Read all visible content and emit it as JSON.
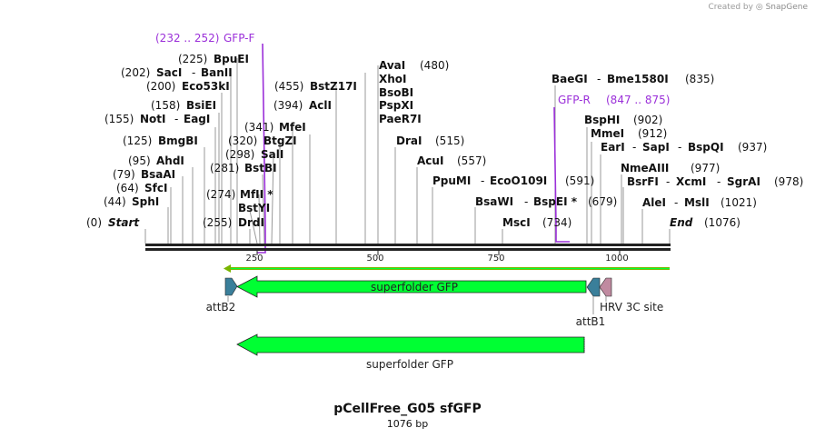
{
  "watermark": {
    "prefix": "Created by",
    "brand": "SnapGene"
  },
  "map": {
    "title": "pCellFree_G05 sfGFP",
    "length_label": "1076 bp",
    "ruler": {
      "ticks": [
        "250",
        "500",
        "750",
        "1000"
      ]
    },
    "sites": [
      {
        "name": "Start",
        "pos": "(0)"
      },
      {
        "name": "SphI",
        "pos": "(44)"
      },
      {
        "name": "SfcI",
        "pos": "(64)"
      },
      {
        "name": "BsaAI",
        "pos": "(79)"
      },
      {
        "name": "AhdI",
        "pos": "(95)"
      },
      {
        "name": "BmgBI",
        "pos": "(125)"
      },
      {
        "name": "NotI",
        "name2": "EagI",
        "pos": "(155)"
      },
      {
        "name": "BsiEI",
        "pos": "(158)"
      },
      {
        "name": "Eco53kI",
        "pos": "(200)"
      },
      {
        "name": "SacI",
        "name2": "BanII",
        "pos": "(202)"
      },
      {
        "name": "BpuEI",
        "pos": "(225)"
      },
      {
        "name": "DrdI",
        "pos": "(255)"
      },
      {
        "name": "BstYI",
        "pos": ""
      },
      {
        "name": "MfII *",
        "pos": "(274)"
      },
      {
        "name": "BstBI",
        "pos": "(281)"
      },
      {
        "name": "SalI",
        "pos": "(298)"
      },
      {
        "name": "BtgZI",
        "pos": "(320)"
      },
      {
        "name": "MfeI",
        "pos": "(341)"
      },
      {
        "name": "AclI",
        "pos": "(394)"
      },
      {
        "name": "BstZ17I",
        "pos": "(455)"
      },
      {
        "name": "AvaI",
        "pos": "(480)"
      },
      {
        "name": "XhoI",
        "pos": ""
      },
      {
        "name": "BsoBI",
        "pos": ""
      },
      {
        "name": "PspXI",
        "pos": ""
      },
      {
        "name": "PaeR7I",
        "pos": ""
      },
      {
        "name": "DraI",
        "pos": "(515)"
      },
      {
        "name": "AcuI",
        "pos": "(557)"
      },
      {
        "name": "PpuMI",
        "name2": "EcoO109I",
        "pos": "(591)"
      },
      {
        "name": "BsaWI",
        "name2": "BspEI *",
        "pos": "(679)"
      },
      {
        "name": "MscI",
        "pos": "(734)"
      },
      {
        "name": "BaeGI",
        "name2": "Bme1580I",
        "pos": "(835)"
      },
      {
        "name": "BspHI",
        "pos": "(902)"
      },
      {
        "name": "MmeI",
        "pos": "(912)"
      },
      {
        "name": "EarI",
        "name2": "SapI",
        "name3": "BspQI",
        "pos": "(937)"
      },
      {
        "name": "NmeAIII",
        "pos": "(977)"
      },
      {
        "name": "BsrFI",
        "name2": "XcmI",
        "name3": "SgrAI",
        "pos": "(978)"
      },
      {
        "name": "AleI",
        "name2": "MslI",
        "pos": "(1021)"
      },
      {
        "name": "End",
        "pos": "(1076)"
      }
    ],
    "primers": [
      {
        "name": "GFP-F",
        "range": "(232 .. 252)"
      },
      {
        "name": "GFP-R",
        "range": "(847 .. 875)"
      }
    ],
    "features": {
      "attB2": "attB2",
      "cds": "superfolder GFP",
      "attB1": "attB1",
      "hrv": "HRV 3C site",
      "orf": "superfolder GFP"
    },
    "colors": {
      "backbone": "#222222",
      "primer": "#9b30d9",
      "cds_fill": "#00ff33",
      "att_fill": "#3a7f9a",
      "hrv_fill": "#c08aa0",
      "orf_outline": "#79b500",
      "site_line": "#999999"
    }
  }
}
